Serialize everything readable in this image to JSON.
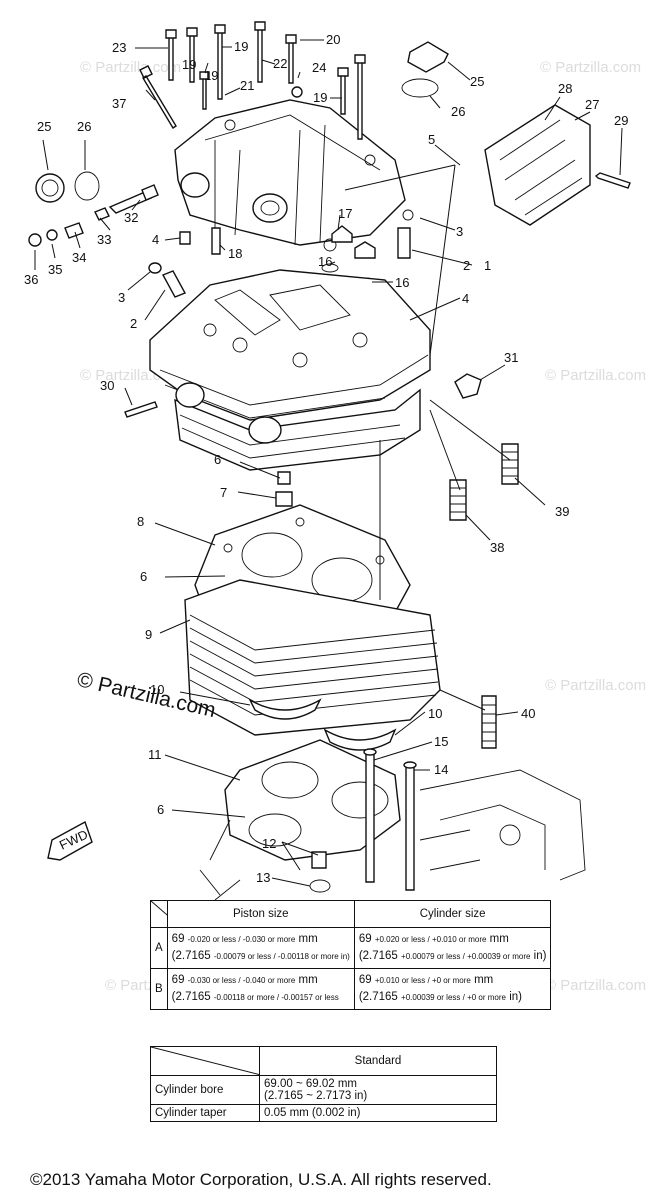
{
  "callouts": [
    "1",
    "2",
    "3",
    "4",
    "5",
    "6",
    "7",
    "8",
    "9",
    "10",
    "11",
    "12",
    "13",
    "14",
    "15",
    "16",
    "17",
    "18",
    "19",
    "20",
    "21",
    "22",
    "23",
    "24",
    "25",
    "26",
    "27",
    "28",
    "29",
    "30",
    "31",
    "32",
    "33",
    "34",
    "35",
    "36",
    "37",
    "38",
    "39",
    "40"
  ],
  "watermark": "© Partzilla.com",
  "brand_watermark": "© Partzilla.com",
  "fwd_label": "FWD",
  "piston_table": {
    "header_piston": "Piston size",
    "header_cylinder": "Cylinder size",
    "rows": [
      {
        "label": "A",
        "piston_mm": "69",
        "piston_mm_tol": "-0.020 or less / -0.030 or more",
        "piston_in": "(2.7165",
        "piston_in_tol": "-0.00079 or less / -0.00118 or more in)",
        "cyl_mm": "69",
        "cyl_mm_tol": "+0.020 or less / +0.010 or more",
        "cyl_in": "(2.7165",
        "cyl_in_tol": "+0.00079 or less / +0.00039 or more"
      },
      {
        "label": "B",
        "piston_mm": "69",
        "piston_mm_tol": "-0.030 or less / -0.040 or more",
        "piston_in": "(2.7165",
        "piston_in_tol": "-0.00118 or more / -0.00157 or less",
        "cyl_mm": "69",
        "cyl_mm_tol": "+0.010 or less / +0 or more",
        "cyl_in": "(2.7165",
        "cyl_in_tol": "+0.00039 or less / +0 or more"
      }
    ],
    "unit_mm": "mm",
    "unit_in": "in)"
  },
  "std_table": {
    "header": "Standard",
    "rows": [
      {
        "label": "Cylinder bore",
        "value1": "69.00 ~ 69.02 mm",
        "value2": "(2.7165 ~ 2.7173 in)"
      },
      {
        "label": "Cylinder taper",
        "value1": "0.05 mm (0.002 in)",
        "value2": ""
      }
    ]
  },
  "copyright": "©2013 Yamaha Motor Corporation, U.S.A. All rights reserved."
}
